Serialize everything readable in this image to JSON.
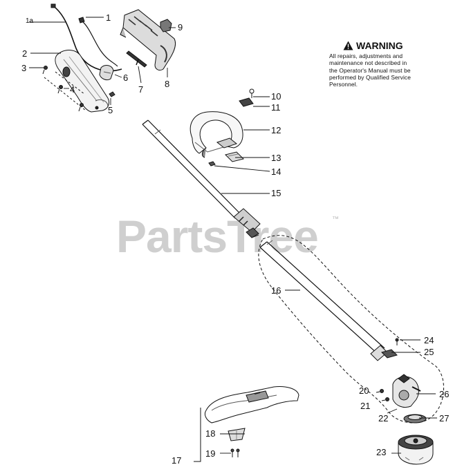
{
  "watermark": {
    "brand": "PartsTree",
    "trademark": "™"
  },
  "warning": {
    "title": "WARNING",
    "lines": [
      "All repairs, adjustments and",
      "maintenance not described in",
      "the Operator's Manual must be",
      "performed by Qualified Service",
      "Personnel."
    ]
  },
  "callouts": {
    "c1a": "1a",
    "c1": "1",
    "c2": "2",
    "c3": "3",
    "c4": "4",
    "c5": "5",
    "c6": "6",
    "c7": "7",
    "c8": "8",
    "c9": "9",
    "c10": "10",
    "c11": "11",
    "c12": "12",
    "c13": "13",
    "c14": "14",
    "c15": "15",
    "c16": "16",
    "c17": "17",
    "c18": "18",
    "c19": "19",
    "c20": "20",
    "c21": "21",
    "c22": "22",
    "c23": "23",
    "c24": "24",
    "c25": "25",
    "c26": "26",
    "c27": "27"
  }
}
